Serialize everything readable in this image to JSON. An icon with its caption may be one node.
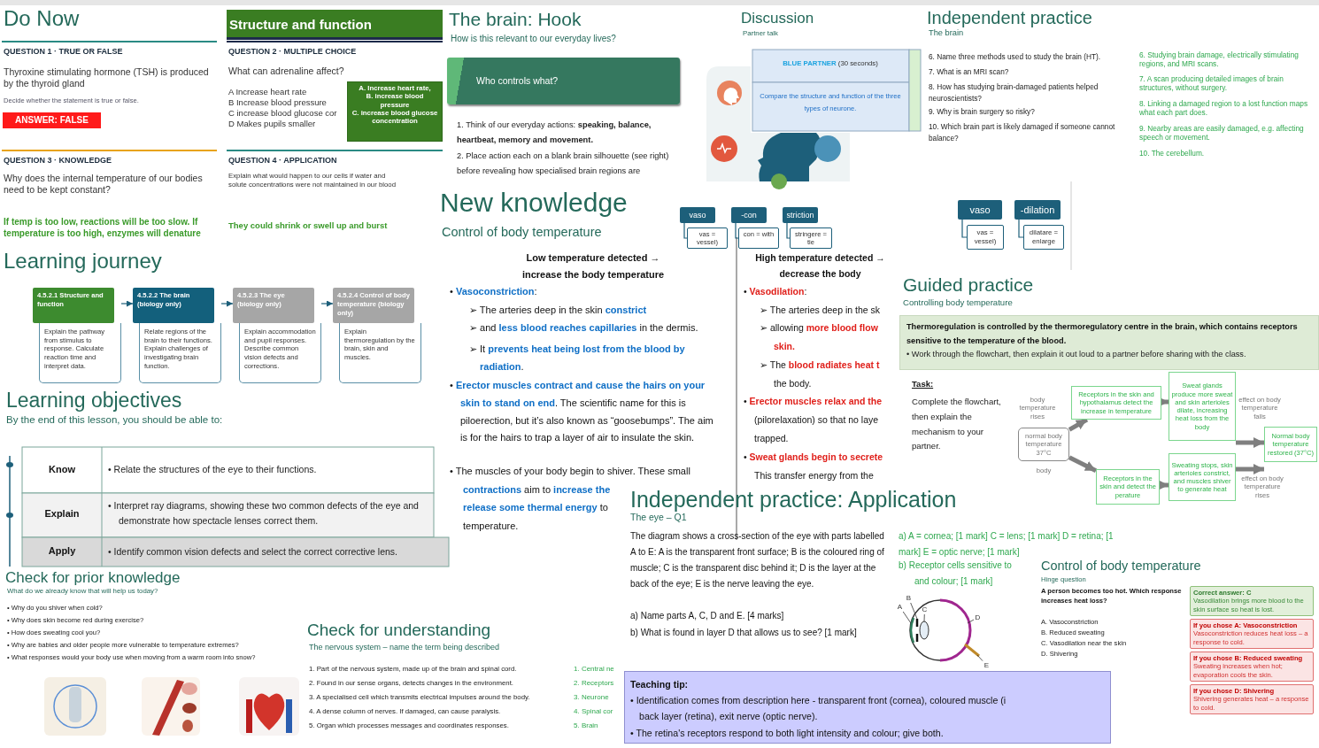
{
  "diagram": {
    "nodes": [
      {
        "text": [
          "ANSWER: FALSE"
        ]
      },
      {
        "text": [
          "Structure and function"
        ]
      },
      {
        "text": [
          "A. Increase heart rate,",
          "B. increase blood pressure",
          "C. increase blood glucose concentration"
        ]
      },
      {
        "text": [
          "4.5.2.1 Structure and function",
          "Explain the pathway from stimulus to response. Calculate reaction time and interpret data."
        ]
      },
      {
        "text": [
          "4.5.2.2 The brain (biology only)",
          "Relate regions of the brain to their functions. Explain challenges of investigating brain function."
        ]
      },
      {
        "text": [
          "4.5.2.3 The eye (biology only)",
          "Explain accommodation and pupil responses. Describe common vision defects and corrections."
        ]
      },
      {
        "text": [
          "4.5.2.4 Control of body temperature (biology only)",
          "Explain thermoregulation by the brain, skin and muscles."
        ]
      },
      {
        "text": [
          "Who controls what?"
        ]
      },
      {
        "text": [
          "vaso"
        ]
      },
      {
        "text": [
          "vas = vessel)"
        ]
      },
      {
        "text": [
          "-con"
        ]
      },
      {
        "text": [
          "con = with"
        ]
      },
      {
        "text": [
          "striction"
        ]
      },
      {
        "text": [
          "stringere = tie"
        ]
      },
      {
        "text": [
          "vaso"
        ]
      },
      {
        "text": [
          "vas = vessel)"
        ]
      },
      {
        "text": [
          "-dilation"
        ]
      },
      {
        "text": [
          "dilatare = enlarge"
        ]
      },
      {
        "text": [
          "Thermoregulation is controlled by the thermoregulatory centre in the brain, which contains receptors sensitive to the temperature of the blood.",
          "• Work through the flowchart, then explain it out loud to a partner before sharing with the class."
        ]
      },
      {
        "text": [
          "normal body temperature 37°C"
        ]
      },
      {
        "text": [
          "Receptors in the skin and hypothalamus detect the increase in temperature"
        ]
      },
      {
        "text": [
          "Sweat glands produce more sweat and skin arterioles dilate, increasing heat loss from the body"
        ]
      },
      {
        "text": [
          "Normal body temperature restored (37°C)"
        ]
      },
      {
        "text": [
          "Receptors in the skin and detect the perature"
        ]
      },
      {
        "text": [
          "Sweating stops, skin arterioles constrict, and muscles shiver to generate heat"
        ]
      },
      {
        "text": [
          "A"
        ]
      },
      {
        "text": [
          "B"
        ]
      },
      {
        "text": [
          "C"
        ]
      },
      {
        "text": [
          "D"
        ]
      },
      {
        "text": [
          "E"
        ]
      },
      {
        "text": [
          "Teaching tip:",
          "• Identification comes from description here - transparent front (cornea), coloured muscle (i",
          "back layer (retina), exit nerve (optic nerve).",
          "• The retina's receptors respond to both light intensity and colour; give both."
        ]
      },
      {
        "text": [
          "Correct answer: C",
          "Vasodilation brings more blood to the skin surface so heat is lost."
        ]
      },
      {
        "text": [
          "If you chose A: Vasoconstriction",
          "Vasoconstriction reduces heat loss – a response to cold."
        ]
      },
      {
        "text": [
          "If you chose B: Reduced sweating",
          "Sweating increases when hot; evaporation cools the skin."
        ]
      },
      {
        "text": [
          "If you chose D: Shivering",
          "Shivering generates heat – a response to cold."
        ]
      },
      {
        "text": [],
        "shape": "arc"
      },
      {
        "text": [],
        "shape": "bar"
      },
      {
        "text": [],
        "shape": "ellipse"
      },
      {
        "text": [],
        "shape": "arc"
      },
      {
        "text": [],
        "shape": "line"
      }
    ],
    "edges": [
      {
        "from": 3,
        "to": 4,
        "arrow": "to"
      },
      {
        "from": 4,
        "to": 5,
        "arrow": "to"
      },
      {
        "from": 5,
        "to": 6,
        "arrow": "to"
      },
      {
        "from": 8,
        "to": 9,
        "arrow": "none"
      },
      {
        "from": 10,
        "to": 11,
        "arrow": "none"
      },
      {
        "from": 12,
        "to": 13,
        "arrow": "none"
      },
      {
        "from": 14,
        "to": 15,
        "arrow": "none"
      },
      {
        "from": 16,
        "to": 17,
        "arrow": "none"
      },
      {
        "from": 19,
        "to": 20,
        "arrow": "to",
        "label": "body temperature rises",
        "style": "thick",
        "color": "#7f7f7f"
      },
      {
        "from": 20,
        "to": 21,
        "arrow": "to",
        "style": "thick",
        "color": "#7f7f7f"
      },
      {
        "from": 21,
        "to": 22,
        "arrow": "to",
        "label": "effect on body temperature falls",
        "style": "thick",
        "color": "#7f7f7f"
      },
      {
        "from": 19,
        "to": 23,
        "arrow": "to",
        "label": "body",
        "style": "thick",
        "color": "#7f7f7f"
      },
      {
        "from": 23,
        "to": 24,
        "arrow": "to",
        "style": "thick",
        "color": "#7f7f7f"
      },
      {
        "from": 24,
        "to": 22,
        "arrow": "to",
        "label": "effect on body temperature rises",
        "style": "thick",
        "color": "#7f7f7f"
      },
      {
        "from": 25,
        "to": 35,
        "arrow": "none"
      },
      {
        "from": 26,
        "to": 36,
        "arrow": "none"
      },
      {
        "from": 27,
        "to": 37,
        "arrow": "none"
      },
      {
        "from": 28,
        "to": 38,
        "arrow": "none"
      },
      {
        "from": 29,
        "to": 39,
        "arrow": "none"
      }
    ],
    "labels": [
      "Do Now",
      "QUESTION 1 · TRUE OR FALSE",
      "Thyroxine stimulating hormone (TSH) is produced by the thyroid gland",
      "Decide whether the statement is true or false.",
      "QUESTION 3 · KNOWLEDGE",
      "Why does the internal temperature of our bodies need to be kept constant?",
      "If temp is too low, reactions will be too slow. If temperature is too high, enzymes will denature",
      "QUESTION 2 · MULTIPLE CHOICE",
      "What can adrenaline affect?",
      "A Increase heart rate",
      "B Increase blood pressure",
      "C increase blood glucose cor",
      "D Makes pupils smaller",
      "QUESTION 4 · APPLICATION",
      "Explain what would happen to our cells if water and solute concentrations were not maintained in our blood",
      "They could shrink or swell up and burst",
      "Learning journey",
      "Learning objectives",
      "By the end of this lesson, you should be able to:",
      "Know",
      "• Relate the structures of the eye to their functions.",
      "Explain",
      "• Interpret ray diagrams, showing these two common defects of the eye and demonstrate how spectacle lenses correct them.",
      "Apply",
      "• Identify common vision defects and select the correct corrective lens.",
      "Check for prior knowledge",
      "What do we already know that will help us today?",
      "• Why do you shiver when cold?",
      "• Why does skin become red during exercise?",
      "• How does sweating cool you?",
      "• Why are babies and older people more vulnerable to temperature extremes?",
      "• What responses would your body use when moving from a warm room into snow?",
      "Check for understanding",
      "The nervous system – name the term being described",
      "1. Part of the nervous system, made up of the brain and spinal cord.",
      "2. Found in our sense organs, detects changes in the environment.",
      "3. A specialised cell which transmits electrical impulses around the body.",
      "4. A dense column of nerves. If damaged, can cause paralysis.",
      "5. Organ which processes messages and coordinates responses.",
      "1. Central ne",
      "2. Receptors",
      "3. Neurone",
      "4. Spinal cor",
      "5. Brain",
      "The brain: Hook",
      "How is this relevant to our everyday lives?",
      "1. Think of our everyday actions: **speaking, balance, heartbeat, memory and movement.**",
      "2. Place action each on a blank brain silhouette (see right) before revealing how specialised brain regions are",
      "Discussion",
      "Partner talk",
      "**BLUE PARTNER** (30 seconds)",
      "Compare the structure and function of the three types of neurone.",
      "Independent practice",
      "The brain",
      "6. Name three methods used to study the brain (HT).",
      "7. What is an MRI scan?",
      "8. How has studying brain-damaged patients helped neuroscientists?",
      "9. Why is brain surgery so risky?",
      "10. Which brain part is likely damaged if someone cannot balance?",
      "6. Studying brain damage, electrically stimulating regions, and MRI scans.",
      "7. A scan producing detailed images of brain structures, without surgery.",
      "8. Linking a damaged region to a lost function maps what each part does.",
      "9. Nearby areas are easily damaged, e.g. affecting speech or movement.",
      "10. The cerebellum.",
      "New knowledge",
      "Control of body temperature",
      "Low temperature detected → increase the body temperature",
      "High temperature detected → decrease the body",
      "• **Vasoconstriction**:",
      "➢ The arteries deep in the skin **constrict**",
      "➢ and **less blood reaches capillaries** in the dermis.",
      "➢ It **prevents heat being lost from the blood by radiation**.",
      "• **Erector muscles contract and cause the hairs on your skin to stand on end**. The scientific name for this is piloerection, but it’s also known as “goosebumps”. The aim is for the hairs to trap a layer of air to insulate the skin.",
      "• The muscles of your body begin to shiver. These small",
      "**contractions** aim to **increase the**",
      "**release some thermal energy** to",
      "temperature.",
      "• **Vasodilation**:",
      "➢ The arteries deep in the sk",
      "➢ allowing **more blood flow**",
      "**skin.**",
      "➢ The **blood radiates heat t**",
      "the body.",
      "• **Erector muscles relax and the**",
      "(pilorelaxation) so that no laye",
      "trapped.",
      "• **Sweat glands begin to secrete**",
      "This transfer energy from the",
      "Guided practice",
      "Controlling body temperature",
      "Task:",
      "Complete the flowchart, then explain the mechanism to your partner.",
      "Independent practice: Application",
      "The eye – Q1",
      "The diagram shows a cross-section of the eye with parts labelled A to E: A is the transparent front surface; B is the coloured ring of muscle; C is the transparent disc behind it; D is the layer at the back of the eye; E is the nerve leaving the eye.",
      "a) Name parts A, C, D and E. [4 marks]",
      "b) What is found in layer D that allows us to see? [1 mark]",
      "a) A = cornea; [1 mark] C = lens; [1 mark] D = retina; [1 mark] E = optic nerve; [1 mark]",
      "b) Receptor cells sensitive to",
      "and colour; [1 mark]",
      "Control of body temperature",
      "Hinge question",
      "A person becomes too hot. Which response increases heat loss?",
      "A. Vasoconstriction",
      "B. Reduced sweating",
      "C. Vasodilation near the skin",
      "D. Shivering"
    ]
  }
}
